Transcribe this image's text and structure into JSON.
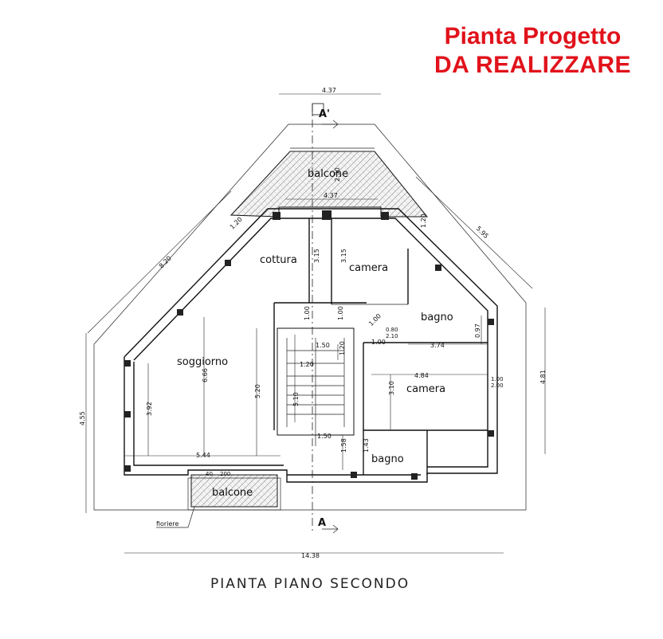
{
  "banner": {
    "line1": "Pianta Progetto",
    "line2": "DA REALIZZARE"
  },
  "plan_title": "PIANTA PIANO SECONDO",
  "section_marks": {
    "top": "A'",
    "bottom": "A"
  },
  "rooms": {
    "balcone_top": "balcone",
    "cottura": "cottura",
    "camera_top": "camera",
    "bagno_top": "bagno",
    "soggiorno": "soggiorno",
    "camera_right": "camera",
    "bagno_bottom": "bagno",
    "balcone_bottom": "balcone",
    "fioriere": "fioriere"
  },
  "dimensions": {
    "top_width": "4.37",
    "balcony_width": "4.37",
    "balcony_depth": "2.30",
    "left_diag": "8.20",
    "right_diag": "5.95",
    "left_height": "4.55",
    "right_height": "4.81",
    "total_width": "14.38",
    "d_120_a": "1.20",
    "d_120_b": "1.20",
    "d_315_a": "3.15",
    "d_315_b": "3.15",
    "d_100_a": "1.00",
    "d_100_b": "1.00",
    "d_100_c": "1.00",
    "d_100_d": "1.00",
    "d_374": "3.74",
    "d_097": "0.97",
    "d_484": "4.84",
    "d_310": "3.10",
    "d_666": "6.66",
    "d_520": "5.20",
    "d_392": "3.92",
    "d_544": "5.44",
    "d_158": "1.58",
    "d_143": "1.43",
    "d_120_c": "1.20",
    "d_120_d": "1.20",
    "d_510": "5.10",
    "d_150_a": "1.50",
    "d_150_b": "1.50",
    "door_080": "0.80",
    "door_210": "2.10",
    "win_100": "1.00",
    "win_200": "2.00",
    "d_040": "40",
    "d_200": "200"
  }
}
